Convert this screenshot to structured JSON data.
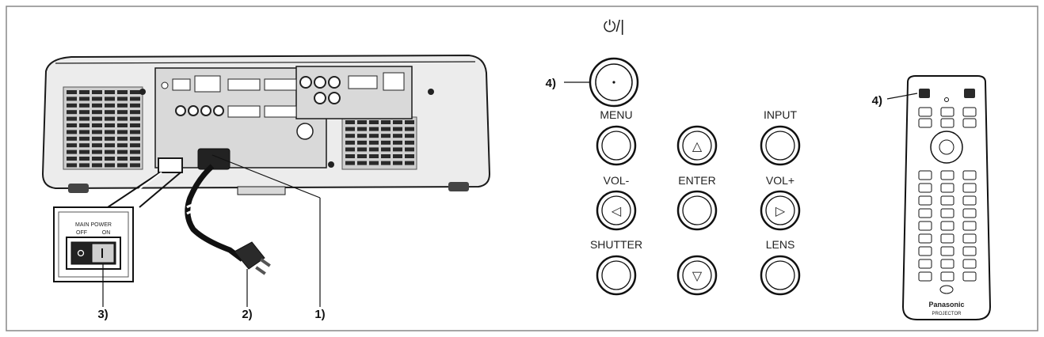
{
  "callouts": {
    "c1": "1)",
    "c2": "2)",
    "c3": "3)",
    "c4a": "4)",
    "c4b": "4)"
  },
  "switch_panel": {
    "title": "MAIN POWER",
    "off": "OFF",
    "on": "ON"
  },
  "control_panel": {
    "power_symbol": "⏻/|",
    "menu": "MENU",
    "input": "INPUT",
    "vol_minus": "VOL-",
    "enter": "ENTER",
    "vol_plus": "VOL+",
    "shutter": "SHUTTER",
    "lens": "LENS",
    "up_glyph": "△",
    "down_glyph": "▽",
    "left_glyph": "◁",
    "right_glyph": "▷"
  },
  "remote": {
    "brand": "Panasonic",
    "model": "PROJECTOR"
  },
  "colors": {
    "outline": "#1a1a1a",
    "body_light": "#e6e6e6",
    "panel_gray": "#cfcfcf",
    "frame": "#888888"
  }
}
